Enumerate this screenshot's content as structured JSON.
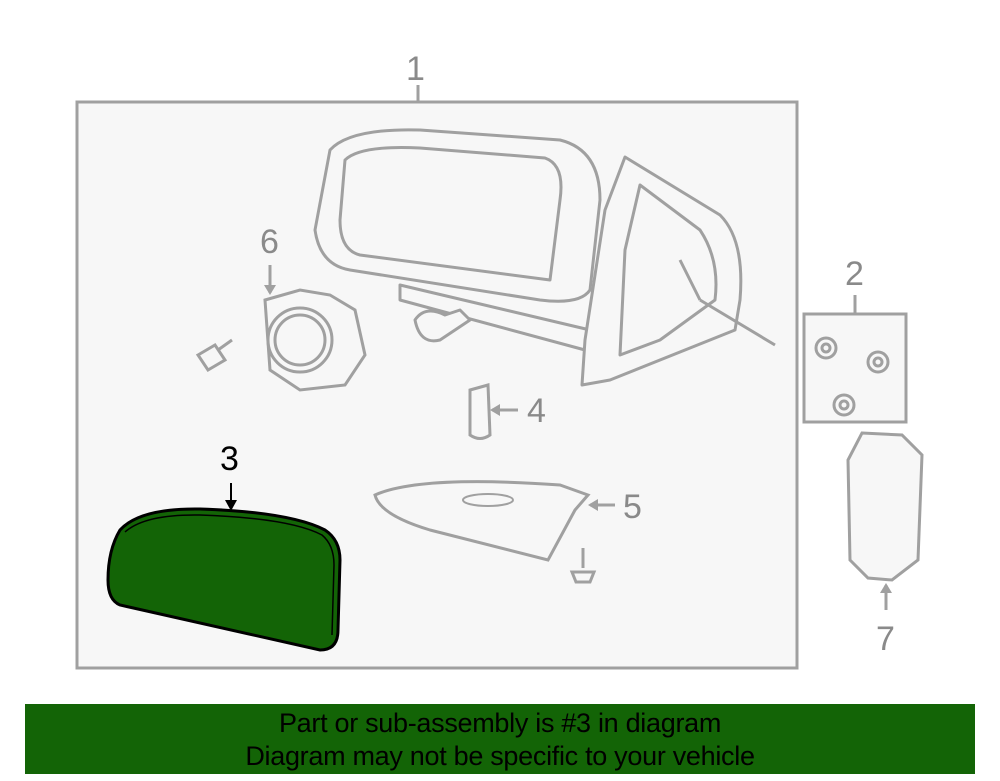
{
  "diagram": {
    "callouts": {
      "c1": "1",
      "c2": "2",
      "c3": "3",
      "c4": "4",
      "c5": "5",
      "c6": "6",
      "c7": "7"
    },
    "highlighted_part": "3",
    "highlight_color": "#136406",
    "line_color": "#a0a0a0",
    "panel_color": "#f7f7f7"
  },
  "banner": {
    "line1": "Part or sub-assembly is #3 in diagram",
    "line2": "Diagram may not be specific to your vehicle",
    "background": "#136406"
  }
}
